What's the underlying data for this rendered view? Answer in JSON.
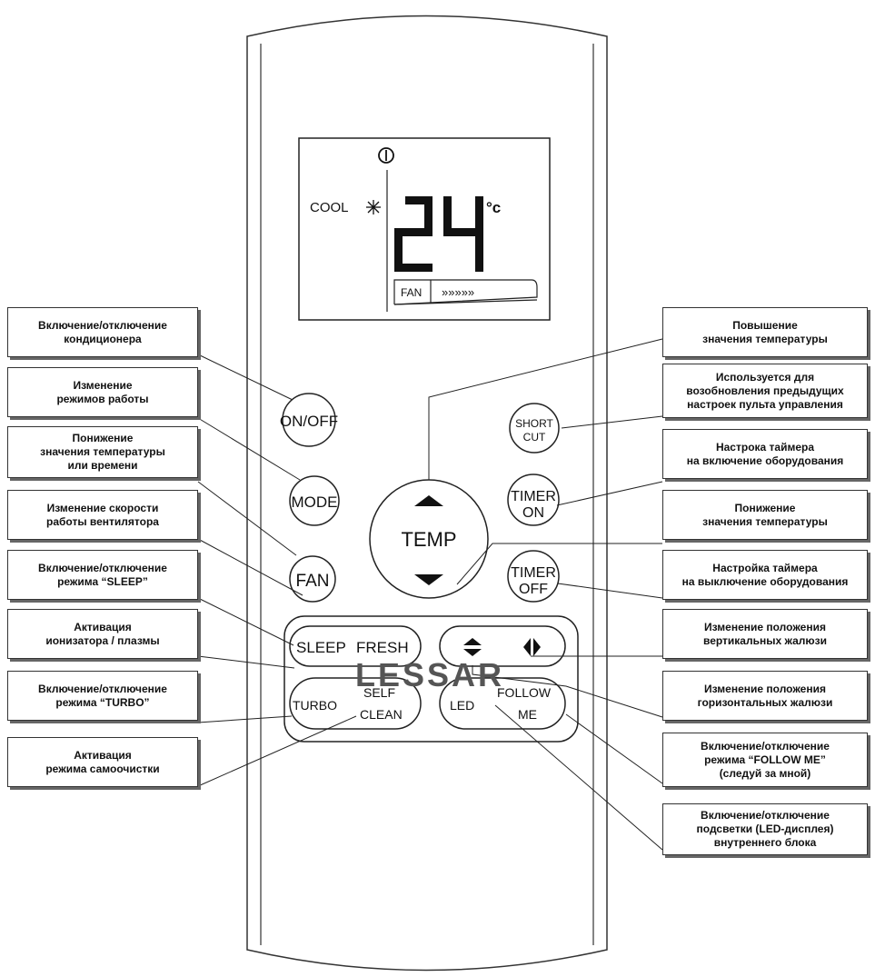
{
  "display": {
    "mode": "COOL",
    "temperature": "24",
    "unit": "°c",
    "fan_label": "FAN",
    "fan_bar": "»»»»»"
  },
  "buttons": {
    "on_off": "ON/OFF",
    "mode": "MODE",
    "fan": "FAN",
    "temp": "TEMP",
    "shortcut_1": "SHORT",
    "shortcut_2": "CUT",
    "timer_on_1": "TIMER",
    "timer_on_2": "ON",
    "timer_off_1": "TIMER",
    "timer_off_2": "OFF",
    "sleep": "SLEEP",
    "fresh": "FRESH",
    "turbo": "TURBO",
    "self": "SELF",
    "clean": "CLEAN",
    "led": "LED",
    "follow": "FOLLOW",
    "me": "ME"
  },
  "brand": "LESSAR",
  "callouts": {
    "on_off": "Включение/отключение\nкондиционера",
    "mode": "Изменение\nрежимов работы",
    "temp_down_left": "Понижение\nзначения температуры\nили времени",
    "fan": "Изменение скорости\nработы вентилятора",
    "sleep": "Включение/отключение\nрежима “SLEEP”",
    "fresh": "Активация\nионизатора / плазмы",
    "turbo": "Включение/отключение\nрежима “TURBO”",
    "self_clean": "Активация\nрежима самоочистки",
    "temp_up": "Повышение\nзначения температуры",
    "shortcut": "Используется для\nвозобновления предыдущих\nнастроек пульта управления",
    "timer_on": "Настрока таймера\nна включение оборудования",
    "temp_down_right": "Понижение\nзначения температуры",
    "timer_off": "Настройка таймера\nна выключение оборудования",
    "vertical": "Изменение положения\nвертикальных жалюзи",
    "horizontal": "Изменение положения\nгоризонтальных жалюзи",
    "follow_me": "Включение/отключение\nрежима “FOLLOW ME”\n(следуй за мной)",
    "led": "Включение/отключение\nподсветки (LED-дисплея)\nвнутреннего блока"
  }
}
